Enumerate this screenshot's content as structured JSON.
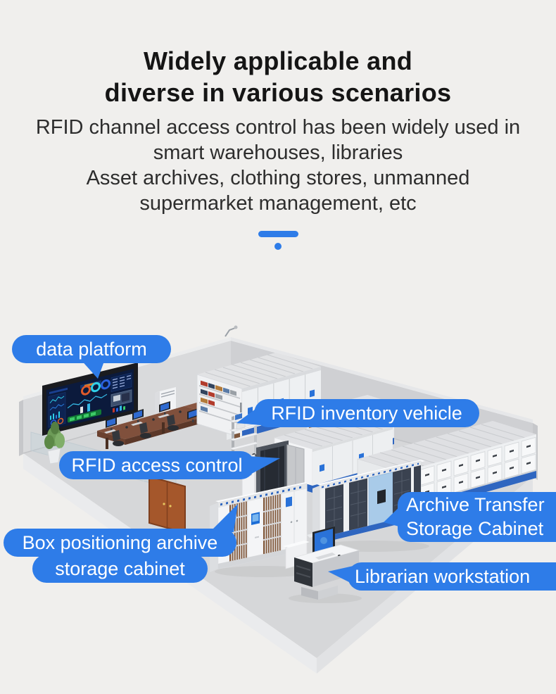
{
  "page": {
    "background_color": "#f0efed",
    "accent_color": "#2e7ce8",
    "title_color": "#151515",
    "subtitle_color": "#2d2d2d"
  },
  "header": {
    "title_line1": "Widely applicable and",
    "title_line2": "diverse in various scenarios",
    "subtitle_lines": [
      "RFID channel access control has been widely used in",
      "smart warehouses, libraries",
      "Asset archives, clothing stores, unmanned",
      "supermarket management, etc"
    ]
  },
  "callouts": {
    "data_platform": "data platform",
    "rfid_inventory_vehicle": "RFID inventory vehicle",
    "rfid_access_control": "RFID access control",
    "box_positioning_line1": "Box positioning archive",
    "box_positioning_line2": "storage cabinet",
    "archive_transfer_line1": "Archive Transfer",
    "archive_transfer_line2": "Storage Cabinet",
    "librarian_workstation": "Librarian workstation"
  }
}
